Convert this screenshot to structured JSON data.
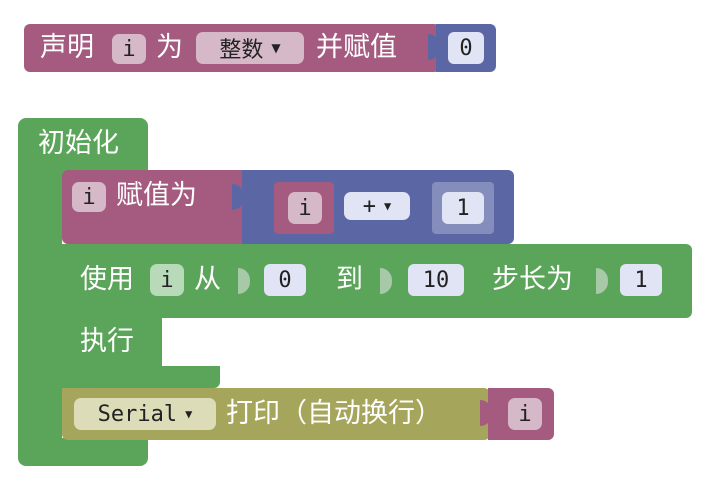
{
  "colors": {
    "variable": "#a55b80",
    "math": "#5b67a5",
    "loop": "#5ba55b",
    "serial": "#a5a55b",
    "field_bg": "#e0e4f4",
    "var_pill": "#d6b9c8",
    "loop_pill": "#b8dab8",
    "serial_pill": "#dcdcb8"
  },
  "declare": {
    "label": "声明",
    "var": "i",
    "as": "为",
    "type": "整数",
    "assign": "并赋值",
    "value": "0"
  },
  "setup": {
    "label": "初始化"
  },
  "assign_stmt": {
    "var": "i",
    "label": "赋值为",
    "left": "i",
    "op": "+",
    "right": "1"
  },
  "for_loop": {
    "use": "使用",
    "var": "i",
    "from": "从",
    "start": "0",
    "to": "到",
    "end": "10",
    "step_label": "步长为",
    "step": "1",
    "do": "执行"
  },
  "serial": {
    "object": "Serial",
    "label": "打印（自动换行）",
    "var": "i"
  },
  "icons": {
    "dropdown": "▼"
  }
}
